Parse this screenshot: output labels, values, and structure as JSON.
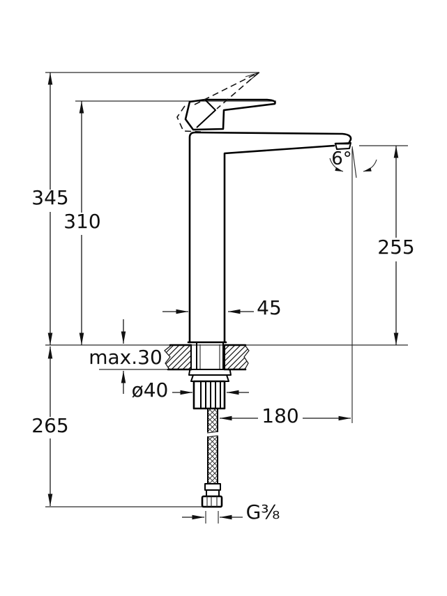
{
  "labels": {
    "total_height": "345",
    "handle_height": "310",
    "spout_height": "255",
    "below_deck_length": "265",
    "body_width": "45",
    "spout_reach": "180",
    "max_deck_thickness": "max.30",
    "nut_diameter": "ø40",
    "hose_thread": "G⅜",
    "spout_angle": "6°"
  },
  "colors": {
    "line": "#111111",
    "background": "#ffffff"
  }
}
